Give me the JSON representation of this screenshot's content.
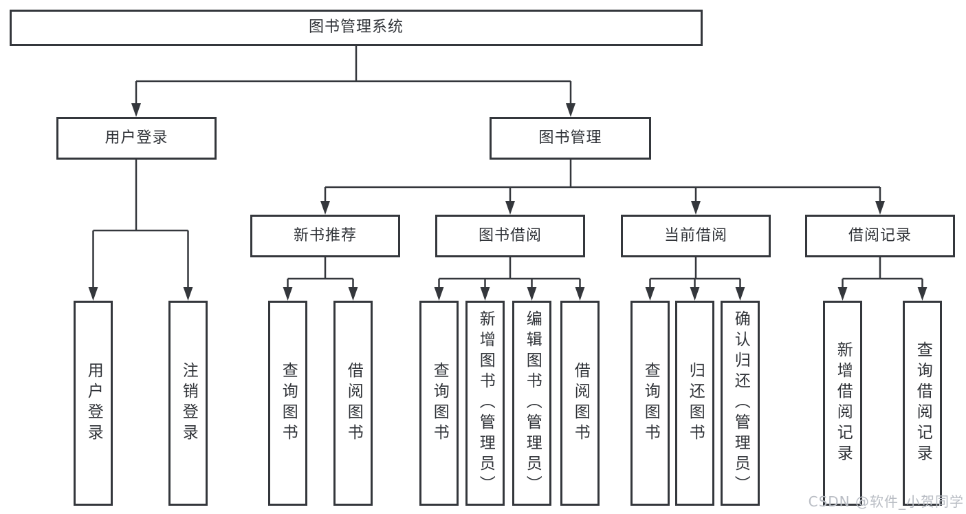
{
  "diagram": {
    "root": {
      "label": "图书管理系统"
    },
    "level2": [
      {
        "label": "用户登录"
      },
      {
        "label": "图书管理"
      }
    ],
    "level3": [
      {
        "label": "新书推荐",
        "parent": "图书管理"
      },
      {
        "label": "图书借阅",
        "parent": "图书管理"
      },
      {
        "label": "当前借阅",
        "parent": "图书管理"
      },
      {
        "label": "借阅记录",
        "parent": "图书管理"
      }
    ],
    "leaves": [
      {
        "label": "用户登录",
        "parent": "用户登录"
      },
      {
        "label": "注销登录",
        "parent": "用户登录"
      },
      {
        "label": "查询图书",
        "parent": "新书推荐"
      },
      {
        "label": "借阅图书",
        "parent": "新书推荐"
      },
      {
        "label": "查询图书",
        "parent": "图书借阅"
      },
      {
        "label": "新增图书（管理员）",
        "parent": "图书借阅"
      },
      {
        "label": "编辑图书（管理员）",
        "parent": "图书借阅"
      },
      {
        "label": "借阅图书",
        "parent": "图书借阅"
      },
      {
        "label": "查询图书",
        "parent": "当前借阅"
      },
      {
        "label": "归还图书",
        "parent": "当前借阅"
      },
      {
        "label": "确认归还（管理员）",
        "parent": "当前借阅"
      },
      {
        "label": "新增借阅记录",
        "parent": "借阅记录"
      },
      {
        "label": "查询借阅记录",
        "parent": "借阅记录"
      }
    ]
  },
  "watermark": {
    "text": "CSDN @软件_小贺同学"
  },
  "colors": {
    "line": "#34373c",
    "box_border": "#34373c",
    "text": "#2f3237",
    "watermark": "#b9bdc4",
    "background": "#ffffff"
  }
}
